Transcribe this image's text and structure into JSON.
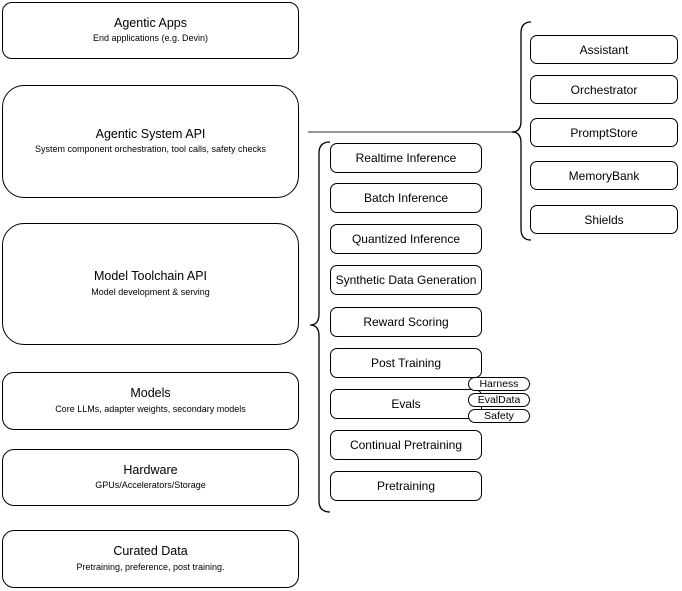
{
  "left_stack": [
    {
      "title": "Agentic Apps",
      "subtitle": "End applications (e.g. Devin)"
    },
    {
      "title": "Agentic System API",
      "subtitle": "System component orchestration, tool calls, safety checks"
    },
    {
      "title": "Model Toolchain API",
      "subtitle": "Model development & serving"
    },
    {
      "title": "Models",
      "subtitle": "Core LLMs, adapter weights, secondary models"
    },
    {
      "title": "Hardware",
      "subtitle": "GPUs/Accelerators/Storage"
    },
    {
      "title": "Curated Data",
      "subtitle": "Pretraining, preference, post training."
    }
  ],
  "toolchain": {
    "items": [
      "Realtime Inference",
      "Batch Inference",
      "Quantized Inference",
      "Synthetic Data Generation",
      "Reward Scoring",
      "Post Training",
      "Evals",
      "Continual Pretraining",
      "Pretraining"
    ]
  },
  "components": {
    "items": [
      "Assistant",
      "Orchestrator",
      "PromptStore",
      "MemoryBank",
      "Shields"
    ]
  },
  "evals": {
    "tags": [
      "Harness",
      "EvalData",
      "Safety"
    ]
  },
  "colors": {
    "box_border": "#000000",
    "box_fill": "#ffffff",
    "connector": "#595959",
    "text": "#000000"
  }
}
